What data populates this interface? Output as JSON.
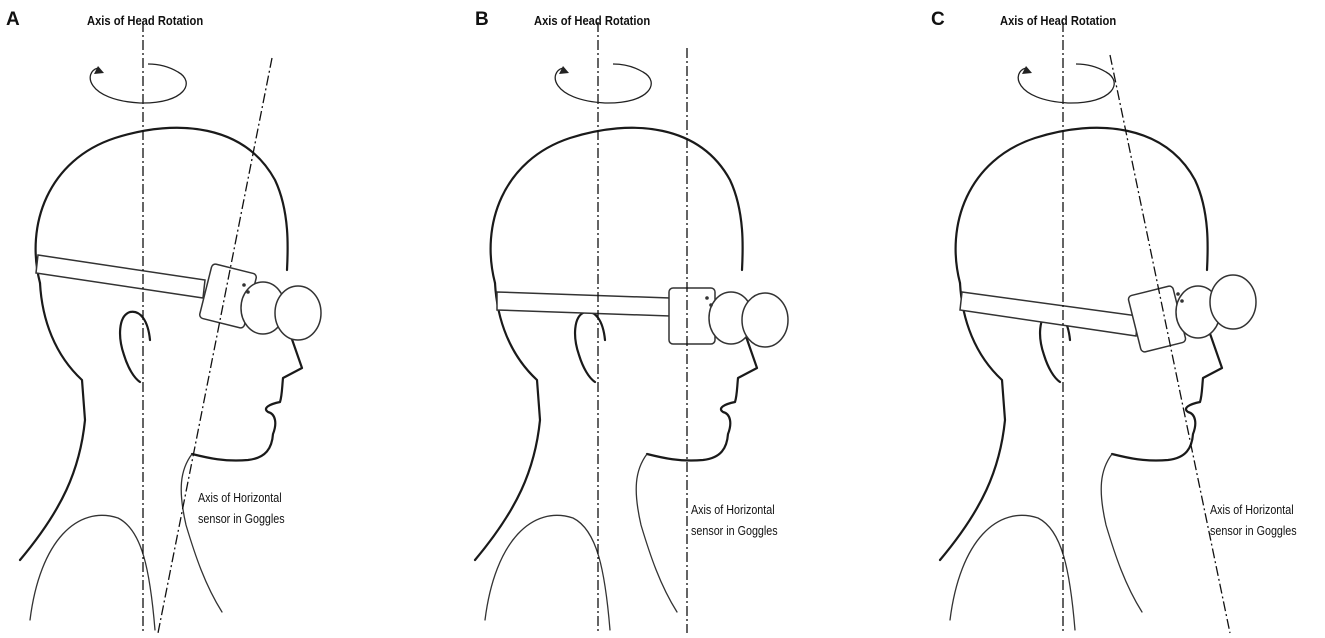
{
  "panels": [
    {
      "id": "A",
      "letter": "A",
      "axis_title": "Axis of Head Rotation",
      "sensor_label_line1": "Axis of Horizontal",
      "sensor_label_line2": "sensor in Goggles",
      "sensor_axis_tilt": "tilted forward"
    },
    {
      "id": "B",
      "letter": "B",
      "axis_title": "Axis of Head Rotation",
      "sensor_label_line1": "Axis of Horizontal",
      "sensor_label_line2": "sensor in Goggles",
      "sensor_axis_tilt": "parallel"
    },
    {
      "id": "C",
      "letter": "C",
      "axis_title": "Axis of Head Rotation",
      "sensor_label_line1": "Axis of Horizontal",
      "sensor_label_line2": "sensor in Goggles",
      "sensor_axis_tilt": "tilted backward"
    }
  ]
}
